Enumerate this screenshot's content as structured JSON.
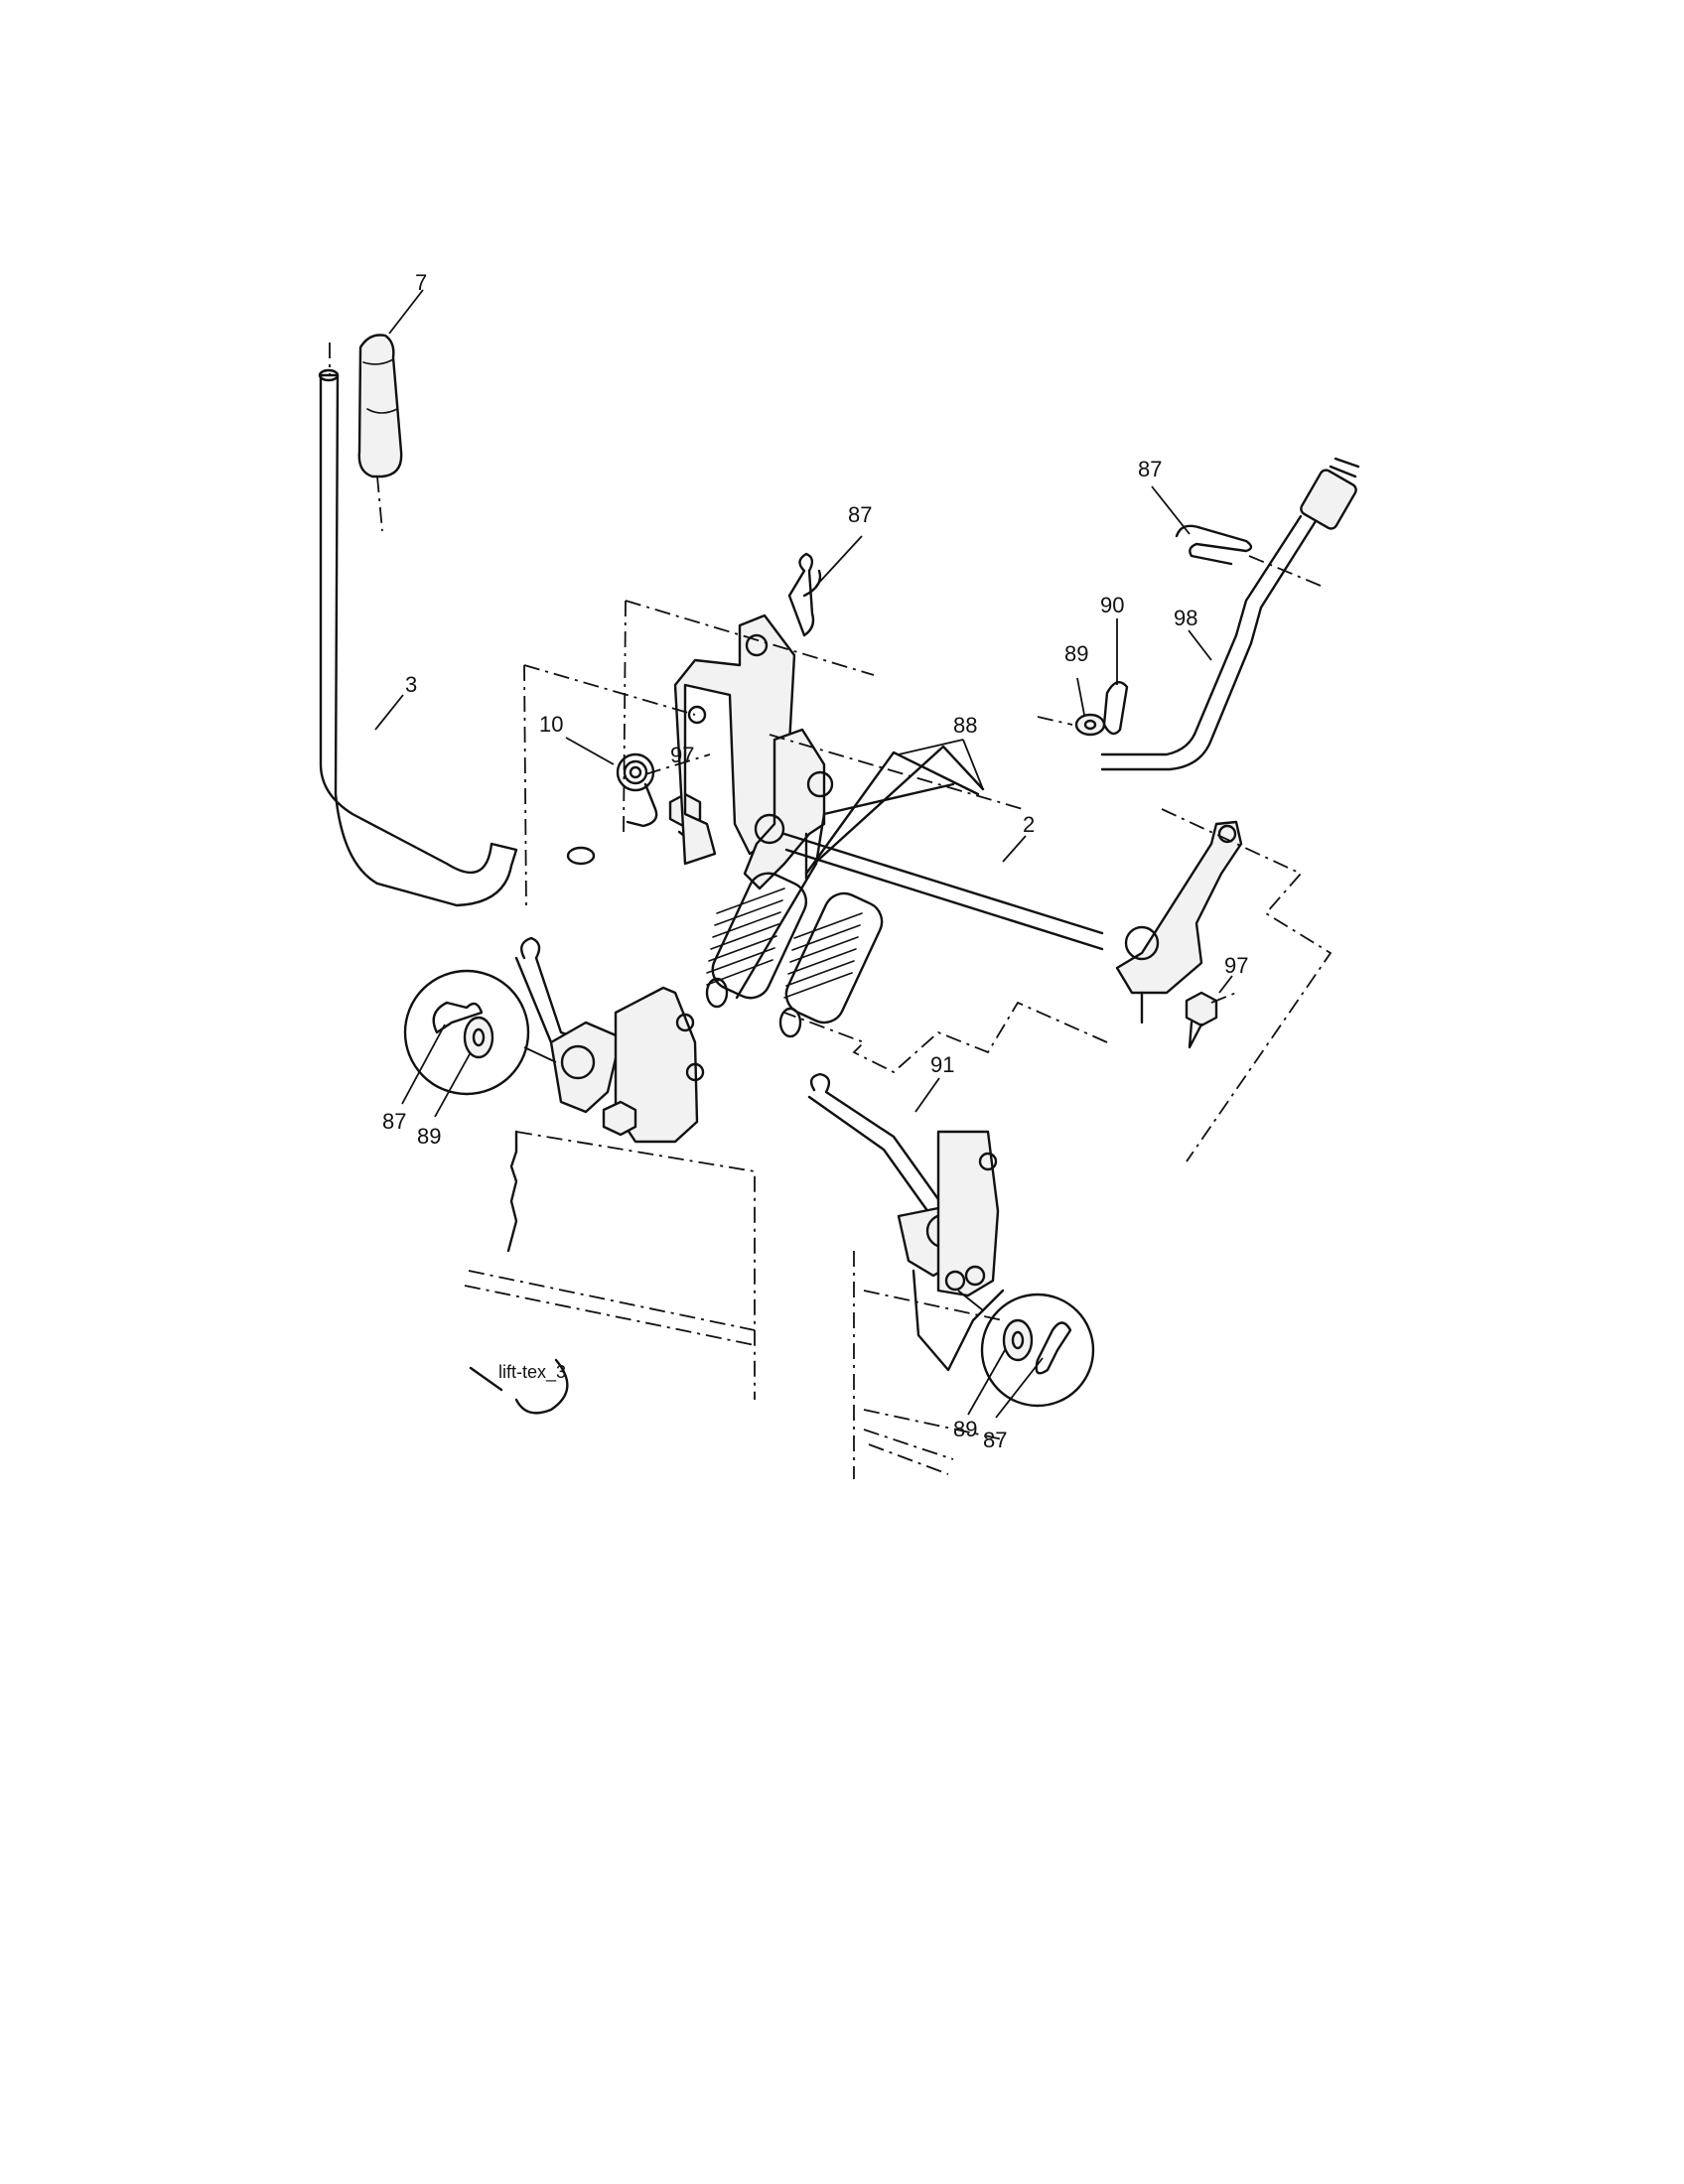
{
  "callouts": {
    "c7": "7",
    "c3": "3",
    "c10": "10",
    "c97a": "97",
    "c87a": "87",
    "c88": "88",
    "c2": "2",
    "c87b": "87",
    "c90": "90",
    "c98": "98",
    "c89a": "89",
    "c97b": "97",
    "c91": "91",
    "c87c": "87",
    "c89b": "89",
    "c89c": "89",
    "c87d": "87"
  },
  "drawing_tag": "lift-tex_3"
}
